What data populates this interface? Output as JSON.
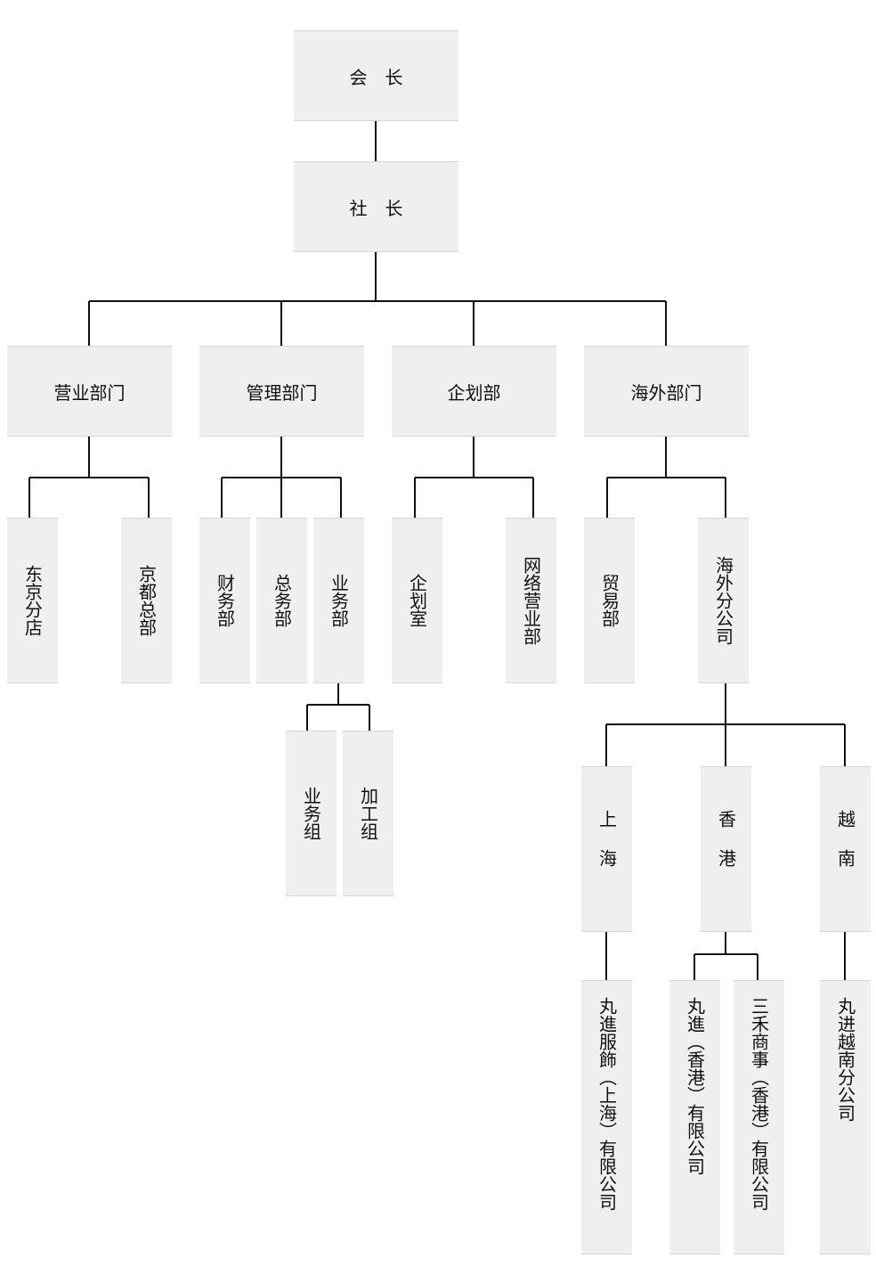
{
  "chart_title": "",
  "nodes": {
    "chairman": "会　长",
    "president": "社　长",
    "sales_dept": "营业部门",
    "mgmt_dept": "管理部门",
    "planning_dept": "企划部",
    "overseas_dept": "海外部门",
    "tokyo_branch": "东京分店",
    "kyoto_hq": "京都总部",
    "finance": "财务部",
    "general_affairs": "总务部",
    "business": "业务部",
    "planning_office": "企划室",
    "online_sales": "网络营业部",
    "trade": "贸易部",
    "overseas_branch": "海外分公司",
    "business_group": "业务组",
    "processing_group": "加工组",
    "shanghai": "上海",
    "hongkong": "香港",
    "vietnam": "越南",
    "marushin_shanghai": "丸進服飾（上海）有限公司",
    "marushin_hk": "丸進（香港）有限公司",
    "sanhe_hk": "三禾商事（香港）有限公司",
    "marushin_vietnam": "丸进越南分公司"
  }
}
